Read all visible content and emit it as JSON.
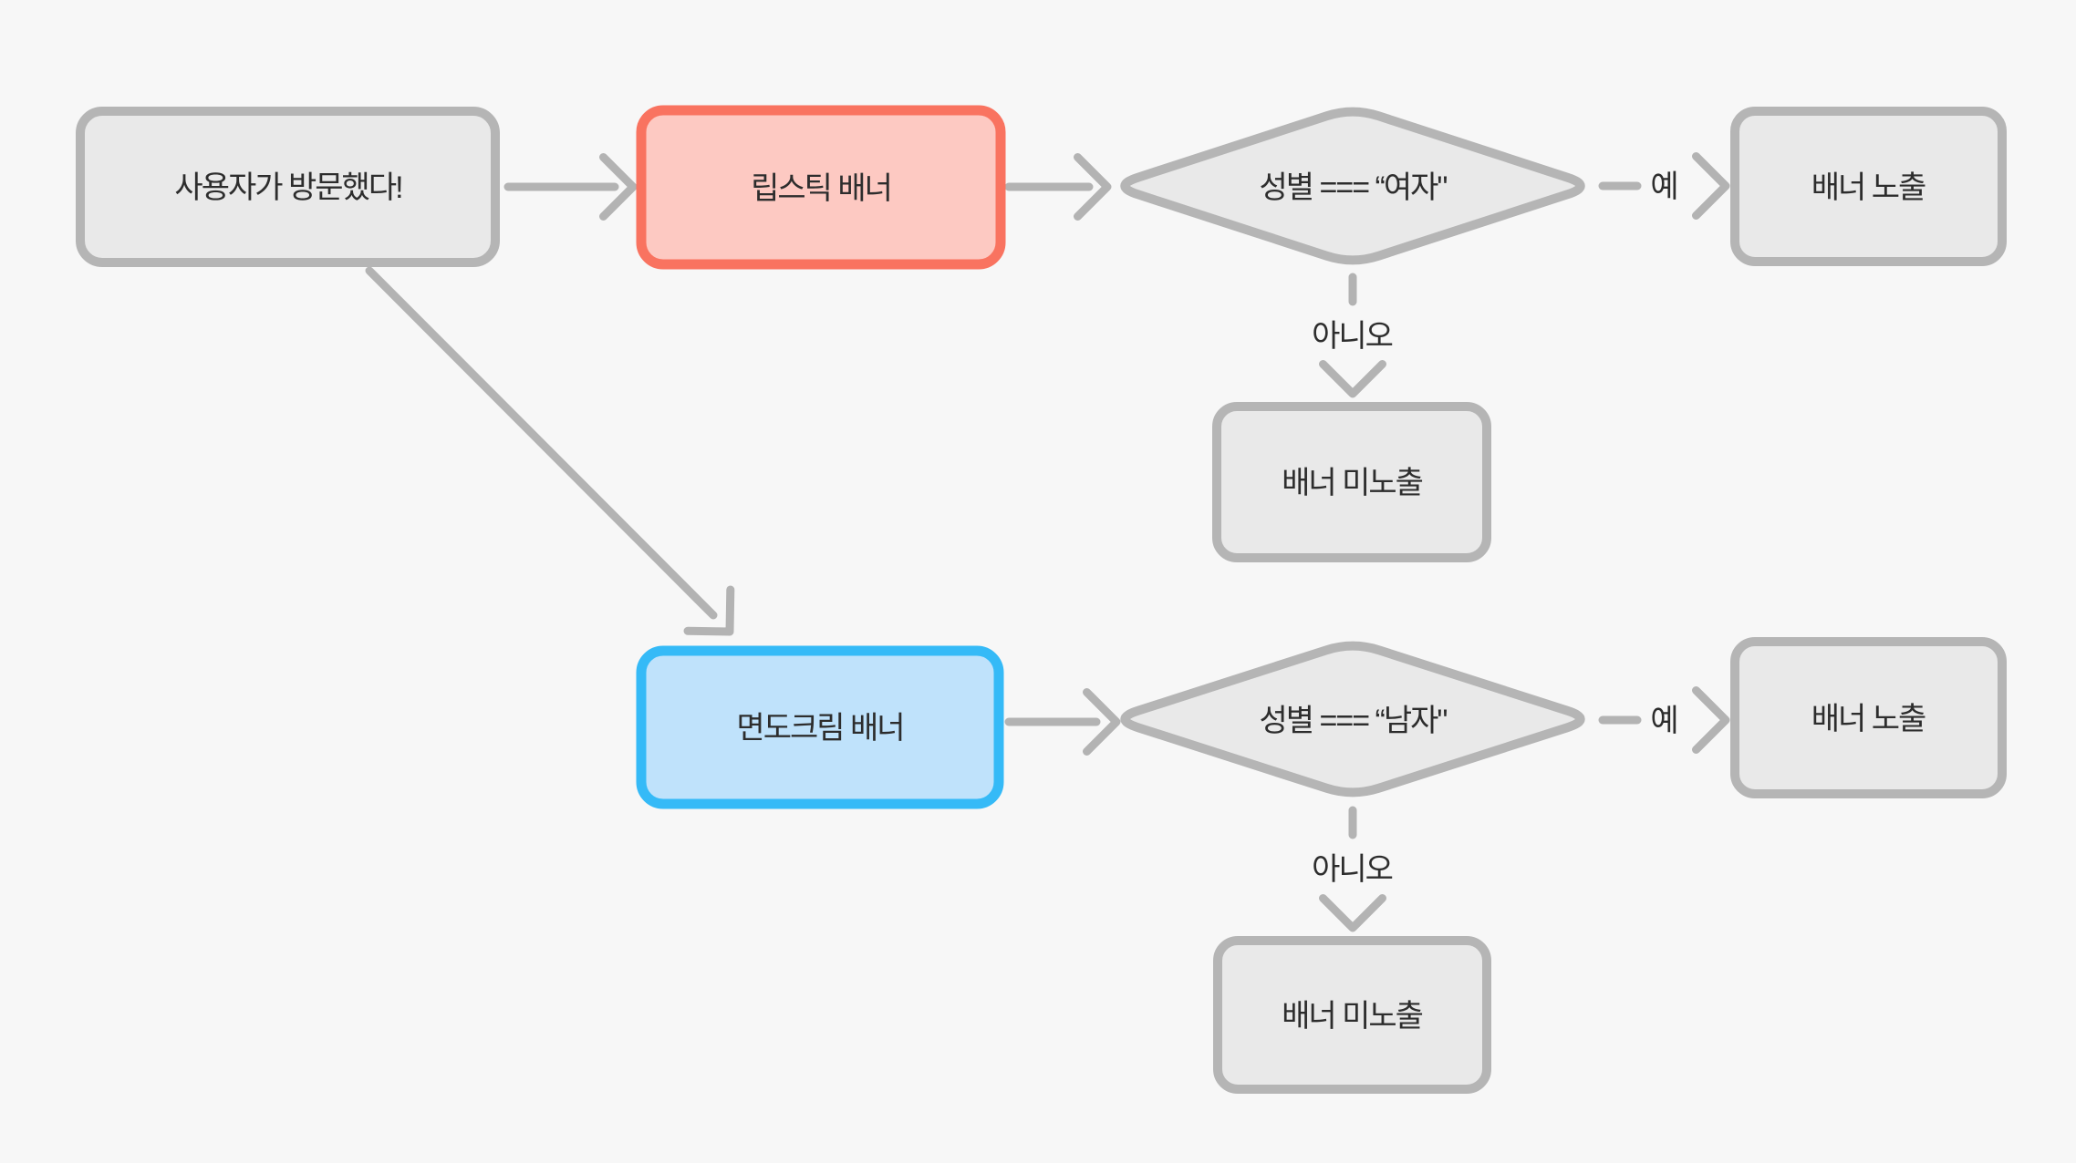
{
  "canvas": {
    "background": "#f7f7f7"
  },
  "palette": {
    "node_fill": "#e9e9e9",
    "node_border": "#b5b5b5",
    "edge_color": "#b3b3b3",
    "text_color": "#2d2d2d",
    "lipstick_fill": "#fdc9c2",
    "lipstick_border": "#f97360",
    "shaving_fill": "#bfe2fb",
    "shaving_border": "#35baf7"
  },
  "nodes": {
    "start": {
      "label": "사용자가 방문했다!"
    },
    "lipstick_banner": {
      "label": "립스틱 배너"
    },
    "female_check": {
      "label": "성별 === “여자\""
    },
    "banner_show_female": {
      "label": "배너 노출"
    },
    "banner_hide_female": {
      "label": "배너 미노출"
    },
    "shaving_banner": {
      "label": "면도크림 배너"
    },
    "male_check": {
      "label": "성별 === “남자\""
    },
    "banner_show_male": {
      "label": "배너 노출"
    },
    "banner_hide_male": {
      "label": "배너 미노출"
    }
  },
  "edge_labels": {
    "yes_female": "예",
    "no_female": "아니오",
    "yes_male": "예",
    "no_male": "아니오"
  }
}
